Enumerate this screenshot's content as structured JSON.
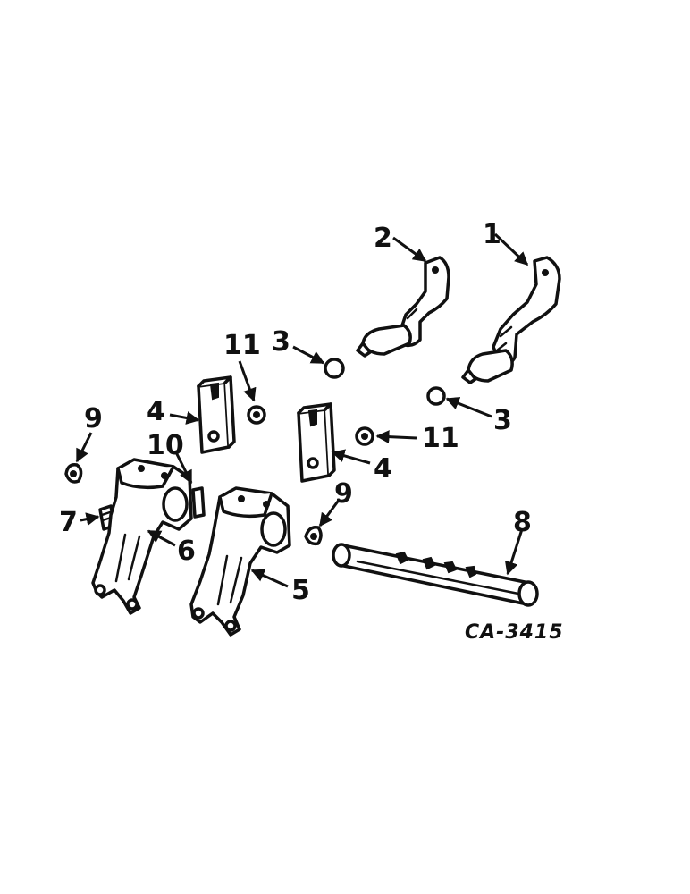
{
  "diagram": {
    "code": "CA-3415",
    "callouts": [
      {
        "id": "c1",
        "text": "1"
      },
      {
        "id": "c2",
        "text": "2"
      },
      {
        "id": "c3a",
        "text": "3"
      },
      {
        "id": "c3b",
        "text": "3"
      },
      {
        "id": "c4a",
        "text": "4"
      },
      {
        "id": "c4b",
        "text": "4"
      },
      {
        "id": "c5",
        "text": "5"
      },
      {
        "id": "c6",
        "text": "6"
      },
      {
        "id": "c7",
        "text": "7"
      },
      {
        "id": "c8",
        "text": "8"
      },
      {
        "id": "c9a",
        "text": "9"
      },
      {
        "id": "c9b",
        "text": "9"
      },
      {
        "id": "c10",
        "text": "10"
      },
      {
        "id": "c11a",
        "text": "11"
      },
      {
        "id": "c11b",
        "text": "11"
      }
    ]
  }
}
